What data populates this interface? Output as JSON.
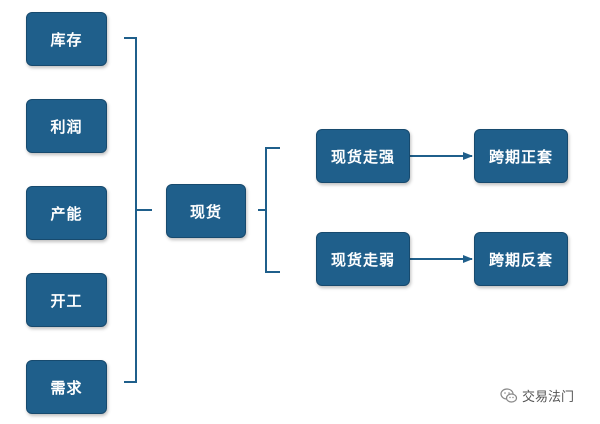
{
  "colors": {
    "box_fill": "#1f5f8b",
    "box_text": "#ffffff",
    "line": "#1f5f8b"
  },
  "factors": [
    "库存",
    "利润",
    "产能",
    "开工",
    "需求"
  ],
  "center": "现货",
  "branches": [
    {
      "condition": "现货走强",
      "result": "跨期正套"
    },
    {
      "condition": "现货走弱",
      "result": "跨期反套"
    }
  ],
  "watermark": {
    "icon": "wechat-icon",
    "text": "交易法门"
  }
}
